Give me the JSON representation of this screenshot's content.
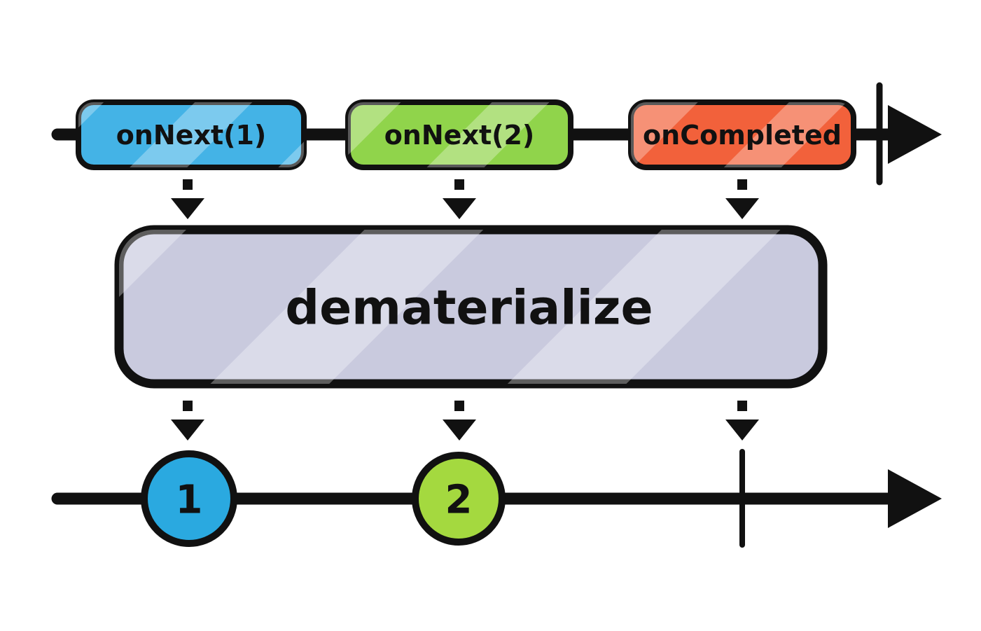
{
  "diagram": {
    "stroke": "#111111",
    "operator": {
      "label": "dematerialize",
      "fill": "#c9cade"
    },
    "input_timeline": {
      "events": [
        {
          "label": "onNext(1)",
          "fill": "#44b3e6"
        },
        {
          "label": "onNext(2)",
          "fill": "#90d44b"
        },
        {
          "label": "onCompleted",
          "fill": "#f2613b"
        }
      ],
      "completed": true
    },
    "output_timeline": {
      "marbles": [
        {
          "label": "1",
          "fill": "#2aa9e0"
        },
        {
          "label": "2",
          "fill": "#a4d93f"
        }
      ],
      "completed": true
    }
  }
}
